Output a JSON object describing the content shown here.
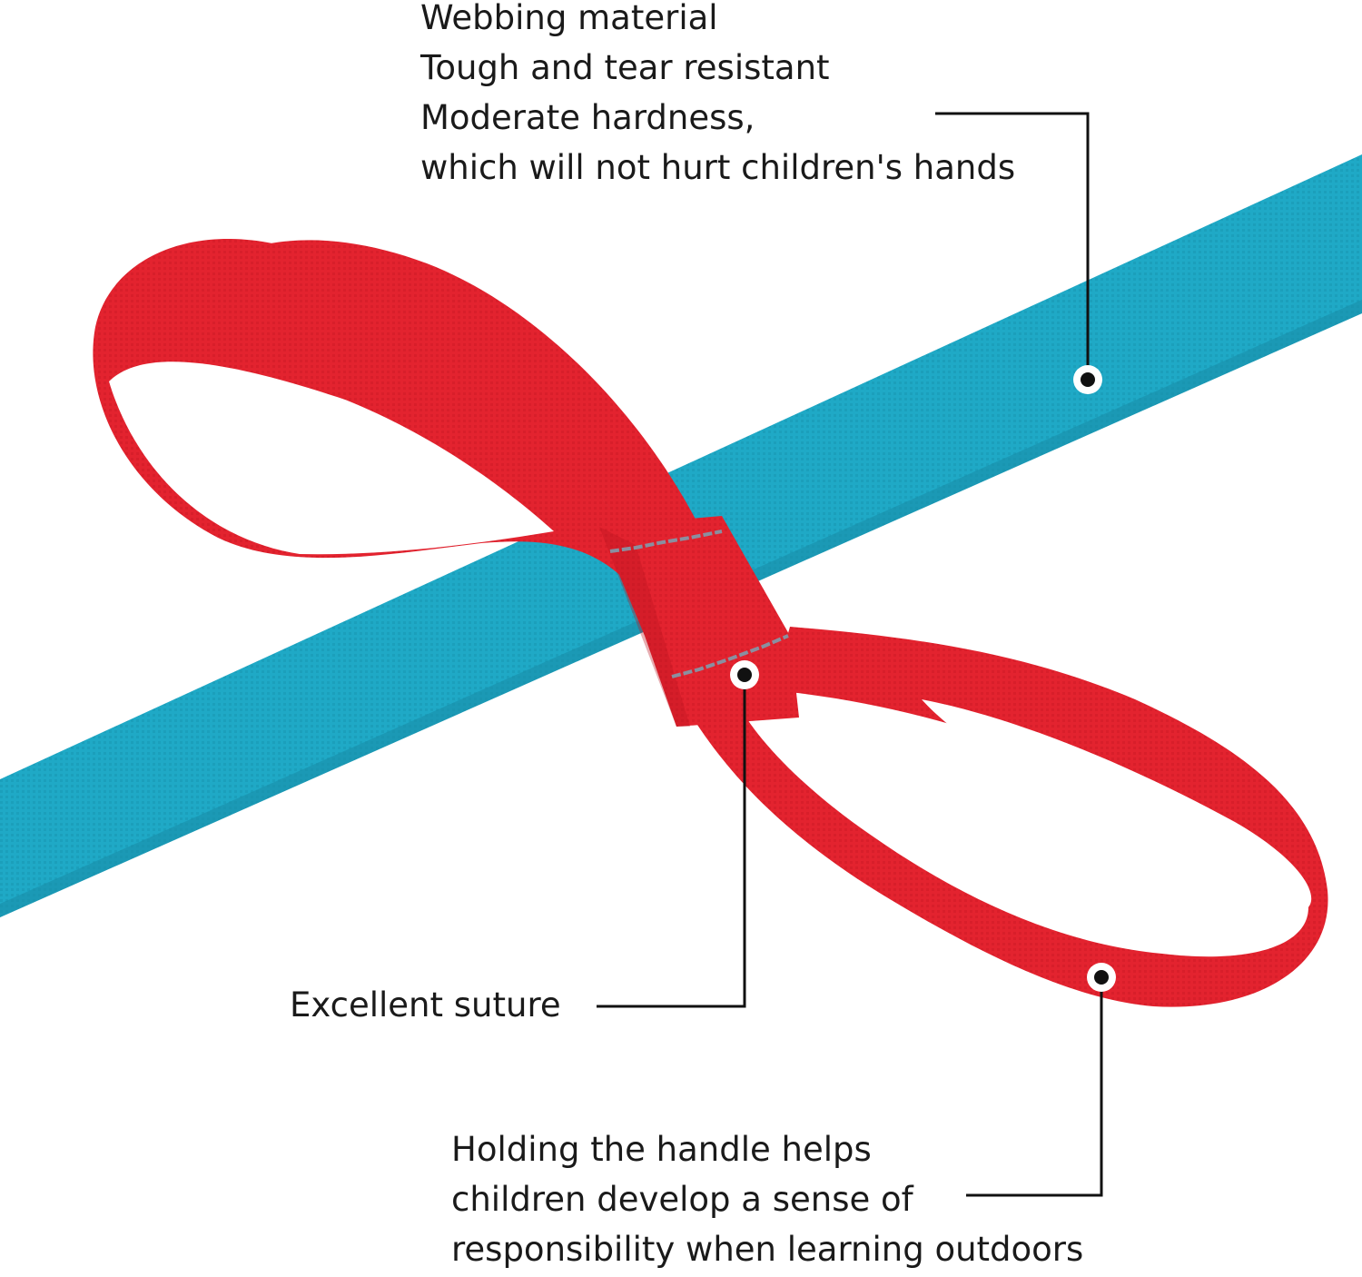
{
  "colors": {
    "background": "#ffffff",
    "strap_blue": "#1fa9c6",
    "strap_blue_shade": "#178da8",
    "handle_red": "#e3232f",
    "handle_red_shade": "#b9151f",
    "stitch_gray": "#8a8fa0",
    "callout_line": "#111111"
  },
  "callouts": {
    "material": {
      "lines": [
        "Webbing material",
        "Tough and tear resistant",
        "Moderate hardness,",
        "which will not hurt children's hands"
      ],
      "marker_icon": "callout-dot-icon"
    },
    "suture": {
      "lines": [
        "Excellent suture"
      ],
      "marker_icon": "callout-dot-icon"
    },
    "handle": {
      "lines": [
        "Holding the handle helps",
        "children develop a sense of",
        "responsibility when learning outdoors"
      ],
      "marker_icon": "callout-dot-icon"
    }
  }
}
